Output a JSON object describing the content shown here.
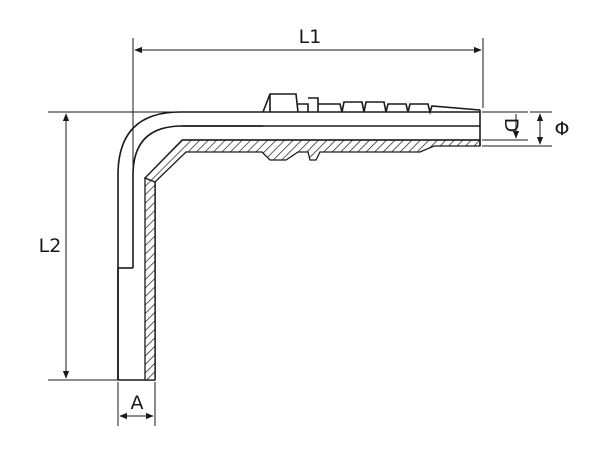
{
  "labels": {
    "length_1": "L1",
    "length_2": "L2",
    "inner_diameter": "D",
    "outer_diameter": "Φ",
    "wall_width": "A"
  },
  "colors": {
    "line": "#1a1a1a",
    "background": "#ffffff"
  }
}
